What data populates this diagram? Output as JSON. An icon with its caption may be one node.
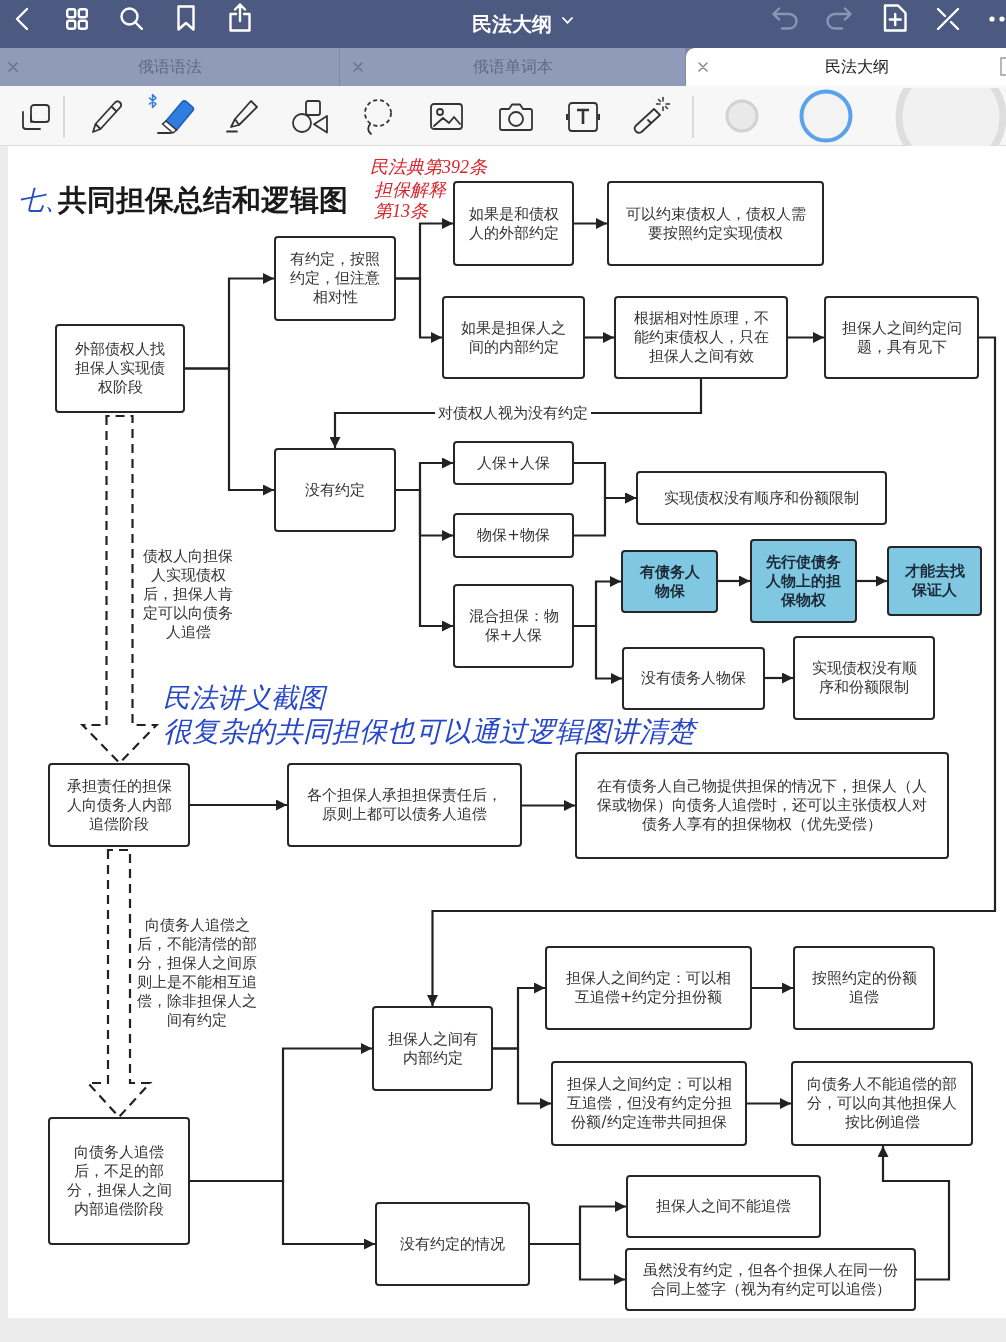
{
  "diagram": {
    "title": "共同担保总结和逻辑图",
    "nodes": [
      {
        "text": [
          "外部债权人找担保人实现债权阶段"
        ]
      },
      {
        "text": [
          "有约定，按照约定，但注意相对性"
        ]
      },
      {
        "text": [
          "如果是和债权人的外部约定"
        ]
      },
      {
        "text": [
          "可以约束债权人，债权人需要按照约定实现债权"
        ]
      },
      {
        "text": [
          "如果是担保人之间的内部约定"
        ]
      },
      {
        "text": [
          "根据相对性原理，不能约束债权人，只在担保人之间有效"
        ]
      },
      {
        "text": [
          "担保人之间约定问题，具有见下"
        ]
      },
      {
        "text": [
          "没有约定"
        ]
      },
      {
        "text": [
          "人保+人保"
        ]
      },
      {
        "text": [
          "物保+物保"
        ]
      },
      {
        "text": [
          "实现债权没有顺序和份额限制"
        ]
      },
      {
        "text": [
          "混合担保：物保+人保"
        ]
      },
      {
        "text": [
          "有债务人物保"
        ]
      },
      {
        "text": [
          "先行使债务人物上的担保物权"
        ]
      },
      {
        "text": [
          "才能去找保证人"
        ]
      },
      {
        "text": [
          "没有债务人物保"
        ]
      },
      {
        "text": [
          "实现债权没有顺序和份额限制"
        ]
      },
      {
        "text": [
          "承担责任的担保人向债务人内部追偿阶段"
        ]
      },
      {
        "text": [
          "各个担保人承担担保责任后，原则上都可以债务人追偿"
        ]
      },
      {
        "text": [
          "在有债务人自己物提供担保的情况下，担保人（人保或物保）向债务人追偿时，还可以主张债权人对债务人享有的担保物权（优先受偿）"
        ]
      },
      {
        "text": [
          "担保人之间有内部约定"
        ]
      },
      {
        "text": [
          "担保人之间约定：可以相互追偿+约定分担份额"
        ]
      },
      {
        "text": [
          "按照约定的份额追偿"
        ]
      },
      {
        "text": [
          "担保人之间约定：可以相互追偿，但没有约定分担份额/约定连带共同担保"
        ]
      },
      {
        "text": [
          "向债务人不能追偿的部分，可以向其他担保人按比例追偿"
        ]
      },
      {
        "text": [
          "向债务人追偿后，不足的部分，担保人之间内部追偿阶段"
        ]
      },
      {
        "text": [
          "没有约定的情况"
        ]
      },
      {
        "text": [
          "担保人之间不能追偿"
        ]
      },
      {
        "text": [
          "虽然没有约定，但各个担保人在同一份合同上签字（视为有约定可以追偿）"
        ]
      }
    ],
    "edges": [
      {
        "from": 0,
        "to": 1,
        "arrow": "to"
      },
      {
        "from": 0,
        "to": 7,
        "arrow": "to"
      },
      {
        "from": 1,
        "to": 2,
        "arrow": "to"
      },
      {
        "from": 1,
        "to": 4,
        "arrow": "to"
      },
      {
        "from": 2,
        "to": 3,
        "arrow": "to"
      },
      {
        "from": 4,
        "to": 5,
        "arrow": "to"
      },
      {
        "from": 5,
        "to": 6,
        "arrow": "to"
      },
      {
        "from": 5,
        "to": 7,
        "arrow": "to",
        "label": "对债权人视为没有约定"
      },
      {
        "from": 7,
        "to": 8,
        "arrow": "to"
      },
      {
        "from": 7,
        "to": 9,
        "arrow": "to"
      },
      {
        "from": 7,
        "to": 11,
        "arrow": "to"
      },
      {
        "from": 8,
        "to": 10,
        "arrow": "to"
      },
      {
        "from": 9,
        "to": 10,
        "arrow": "to"
      },
      {
        "from": 11,
        "to": 12,
        "arrow": "to"
      },
      {
        "from": 11,
        "to": 15,
        "arrow": "to"
      },
      {
        "from": 12,
        "to": 13,
        "arrow": "to"
      },
      {
        "from": 13,
        "to": 14,
        "arrow": "to"
      },
      {
        "from": 15,
        "to": 16,
        "arrow": "to"
      },
      {
        "from": 6,
        "to": 20,
        "arrow": "to"
      },
      {
        "from": 0,
        "to": 17,
        "arrow": "to",
        "style": "dashed",
        "label": "债权人向担保人实现债权后，担保人肯定可以向债务人追偿"
      },
      {
        "from": 17,
        "to": 18,
        "arrow": "to"
      },
      {
        "from": 18,
        "to": 19,
        "arrow": "to"
      },
      {
        "from": 17,
        "to": 25,
        "arrow": "to",
        "style": "dashed",
        "label": "向债务人追偿之后，不能清偿的部分，担保人之间原则上是不能相互追偿，除非担保人之间有约定"
      },
      {
        "from": 25,
        "to": 20,
        "arrow": "to"
      },
      {
        "from": 25,
        "to": 26,
        "arrow": "to"
      },
      {
        "from": 20,
        "to": 21,
        "arrow": "to"
      },
      {
        "from": 20,
        "to": 23,
        "arrow": "to"
      },
      {
        "from": 21,
        "to": 22,
        "arrow": "to"
      },
      {
        "from": 23,
        "to": 24,
        "arrow": "to"
      },
      {
        "from": 26,
        "to": 27,
        "arrow": "to"
      },
      {
        "from": 26,
        "to": 28,
        "arrow": "to"
      },
      {
        "from": 28,
        "to": 24,
        "arrow": "to"
      }
    ],
    "labels": [
      "民法大纲",
      "俄语语法",
      "俄语单词本",
      "民法大纲",
      "七、",
      "民法典第392条",
      "担保解释第13条",
      "民法讲义截图",
      "很复杂的共同担保也可以通过逻辑图讲清楚"
    ]
  }
}
